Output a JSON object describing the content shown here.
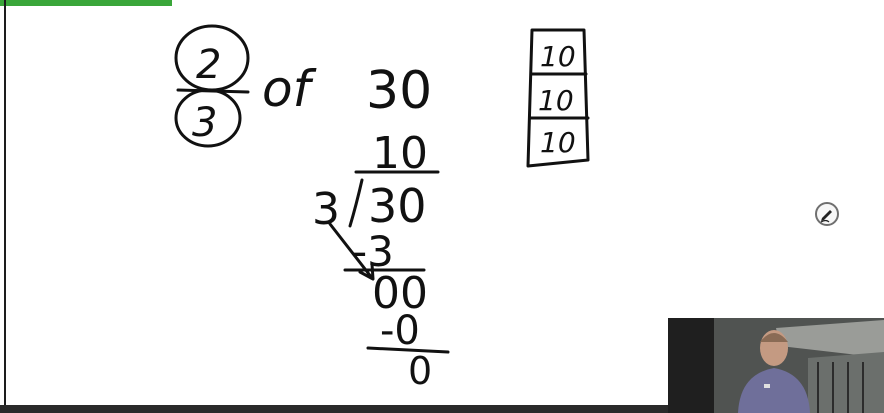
{
  "top_link": {
    "label": ""
  },
  "whiteboard": {
    "fraction_numerator": "2",
    "fraction_denominator": "3",
    "word_of": "of",
    "whole": "30",
    "quotient": "10",
    "divisor": "3",
    "dividend": "30",
    "subtract_1": "-3",
    "remainder_1": "00",
    "subtract_2": "-0",
    "remainder_2": "0",
    "bar_model_cells": [
      "10",
      "10",
      "10"
    ]
  },
  "tools": {
    "pen_icon": "pen-icon"
  },
  "footer": {
    "presenter_name": ""
  },
  "colors": {
    "ink": "#111111",
    "accent_link": "#3aa63a",
    "footer_bar": "#2a2a2a"
  }
}
